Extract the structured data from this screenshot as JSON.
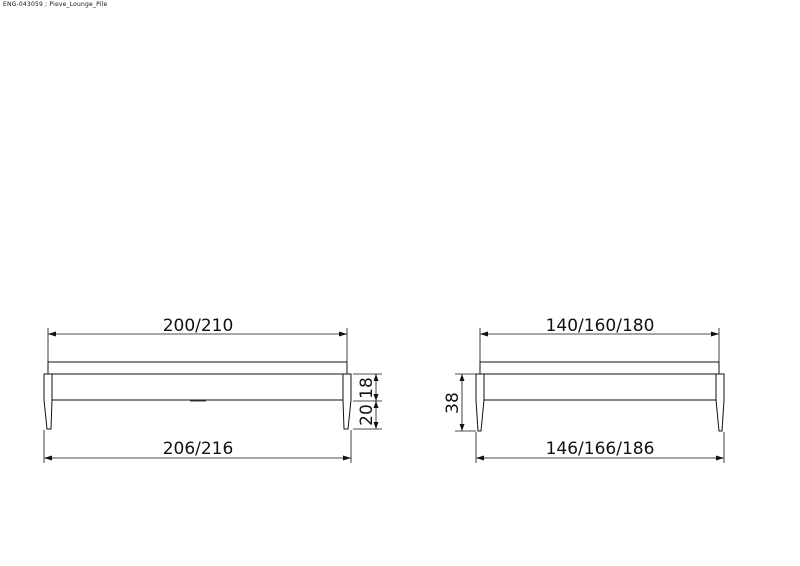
{
  "header": {
    "drawing_ref": "ENG-043059 ; Pieve_Lounge_Pile"
  },
  "side_view": {
    "top_width": "200/210",
    "bottom_width": "206/216",
    "height_upper": "18",
    "height_lower": "20"
  },
  "front_view": {
    "top_width": "140/160/180",
    "bottom_width": "146/166/186",
    "height": "38"
  }
}
